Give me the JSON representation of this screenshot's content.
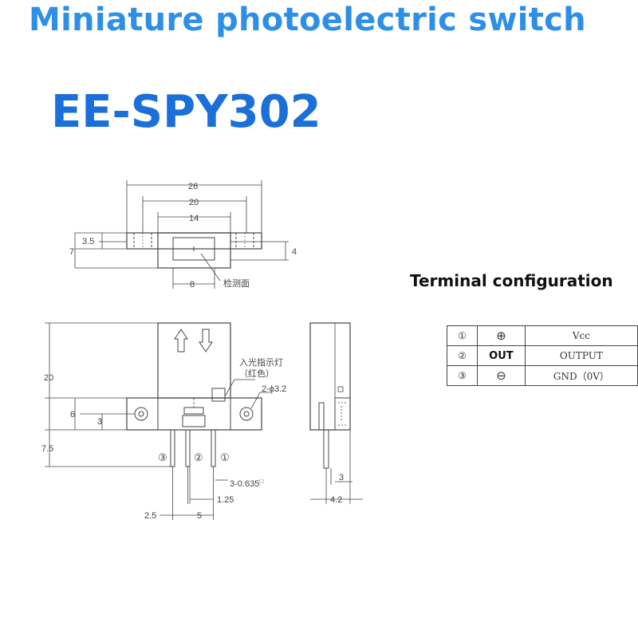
{
  "header": {
    "title": "Miniature photoelectric switch",
    "model": "EE-SPY302"
  },
  "drawing": {
    "top_view": {
      "dim_26": "26",
      "dim_20": "20",
      "dim_14": "14",
      "dim_3_5": "3.5",
      "dim_7": "7",
      "dim_4": "4",
      "dim_8": "8",
      "detect_surface": "检测面"
    },
    "front_view": {
      "dim_20": "20",
      "dim_6": "6",
      "dim_3": "3",
      "dim_7_5": "7.5",
      "indicator_label": "入光指示灯",
      "indicator_color": "（红色）",
      "hole_label": "2-ϕ3.2",
      "pin_3": "③",
      "pin_2": "②",
      "pin_1": "①",
      "pin_size": "3-0.635",
      "pin_size_mark": "□",
      "dim_1_25": "1.25",
      "dim_2_5": "2.5",
      "dim_5": "5"
    },
    "side_view": {
      "dim_3": "3",
      "dim_4_2": "4.2"
    }
  },
  "terminal": {
    "title": "Terminal configuration",
    "rows": [
      {
        "num": "①",
        "symbol": "⊕",
        "signal": "Vcc"
      },
      {
        "num": "②",
        "symbol": "OUT",
        "signal": "OUTPUT"
      },
      {
        "num": "③",
        "symbol": "⊖",
        "signal": "GND（0V）"
      }
    ]
  },
  "colors": {
    "title": "#2e8fe6",
    "model": "#1a6fd8"
  }
}
